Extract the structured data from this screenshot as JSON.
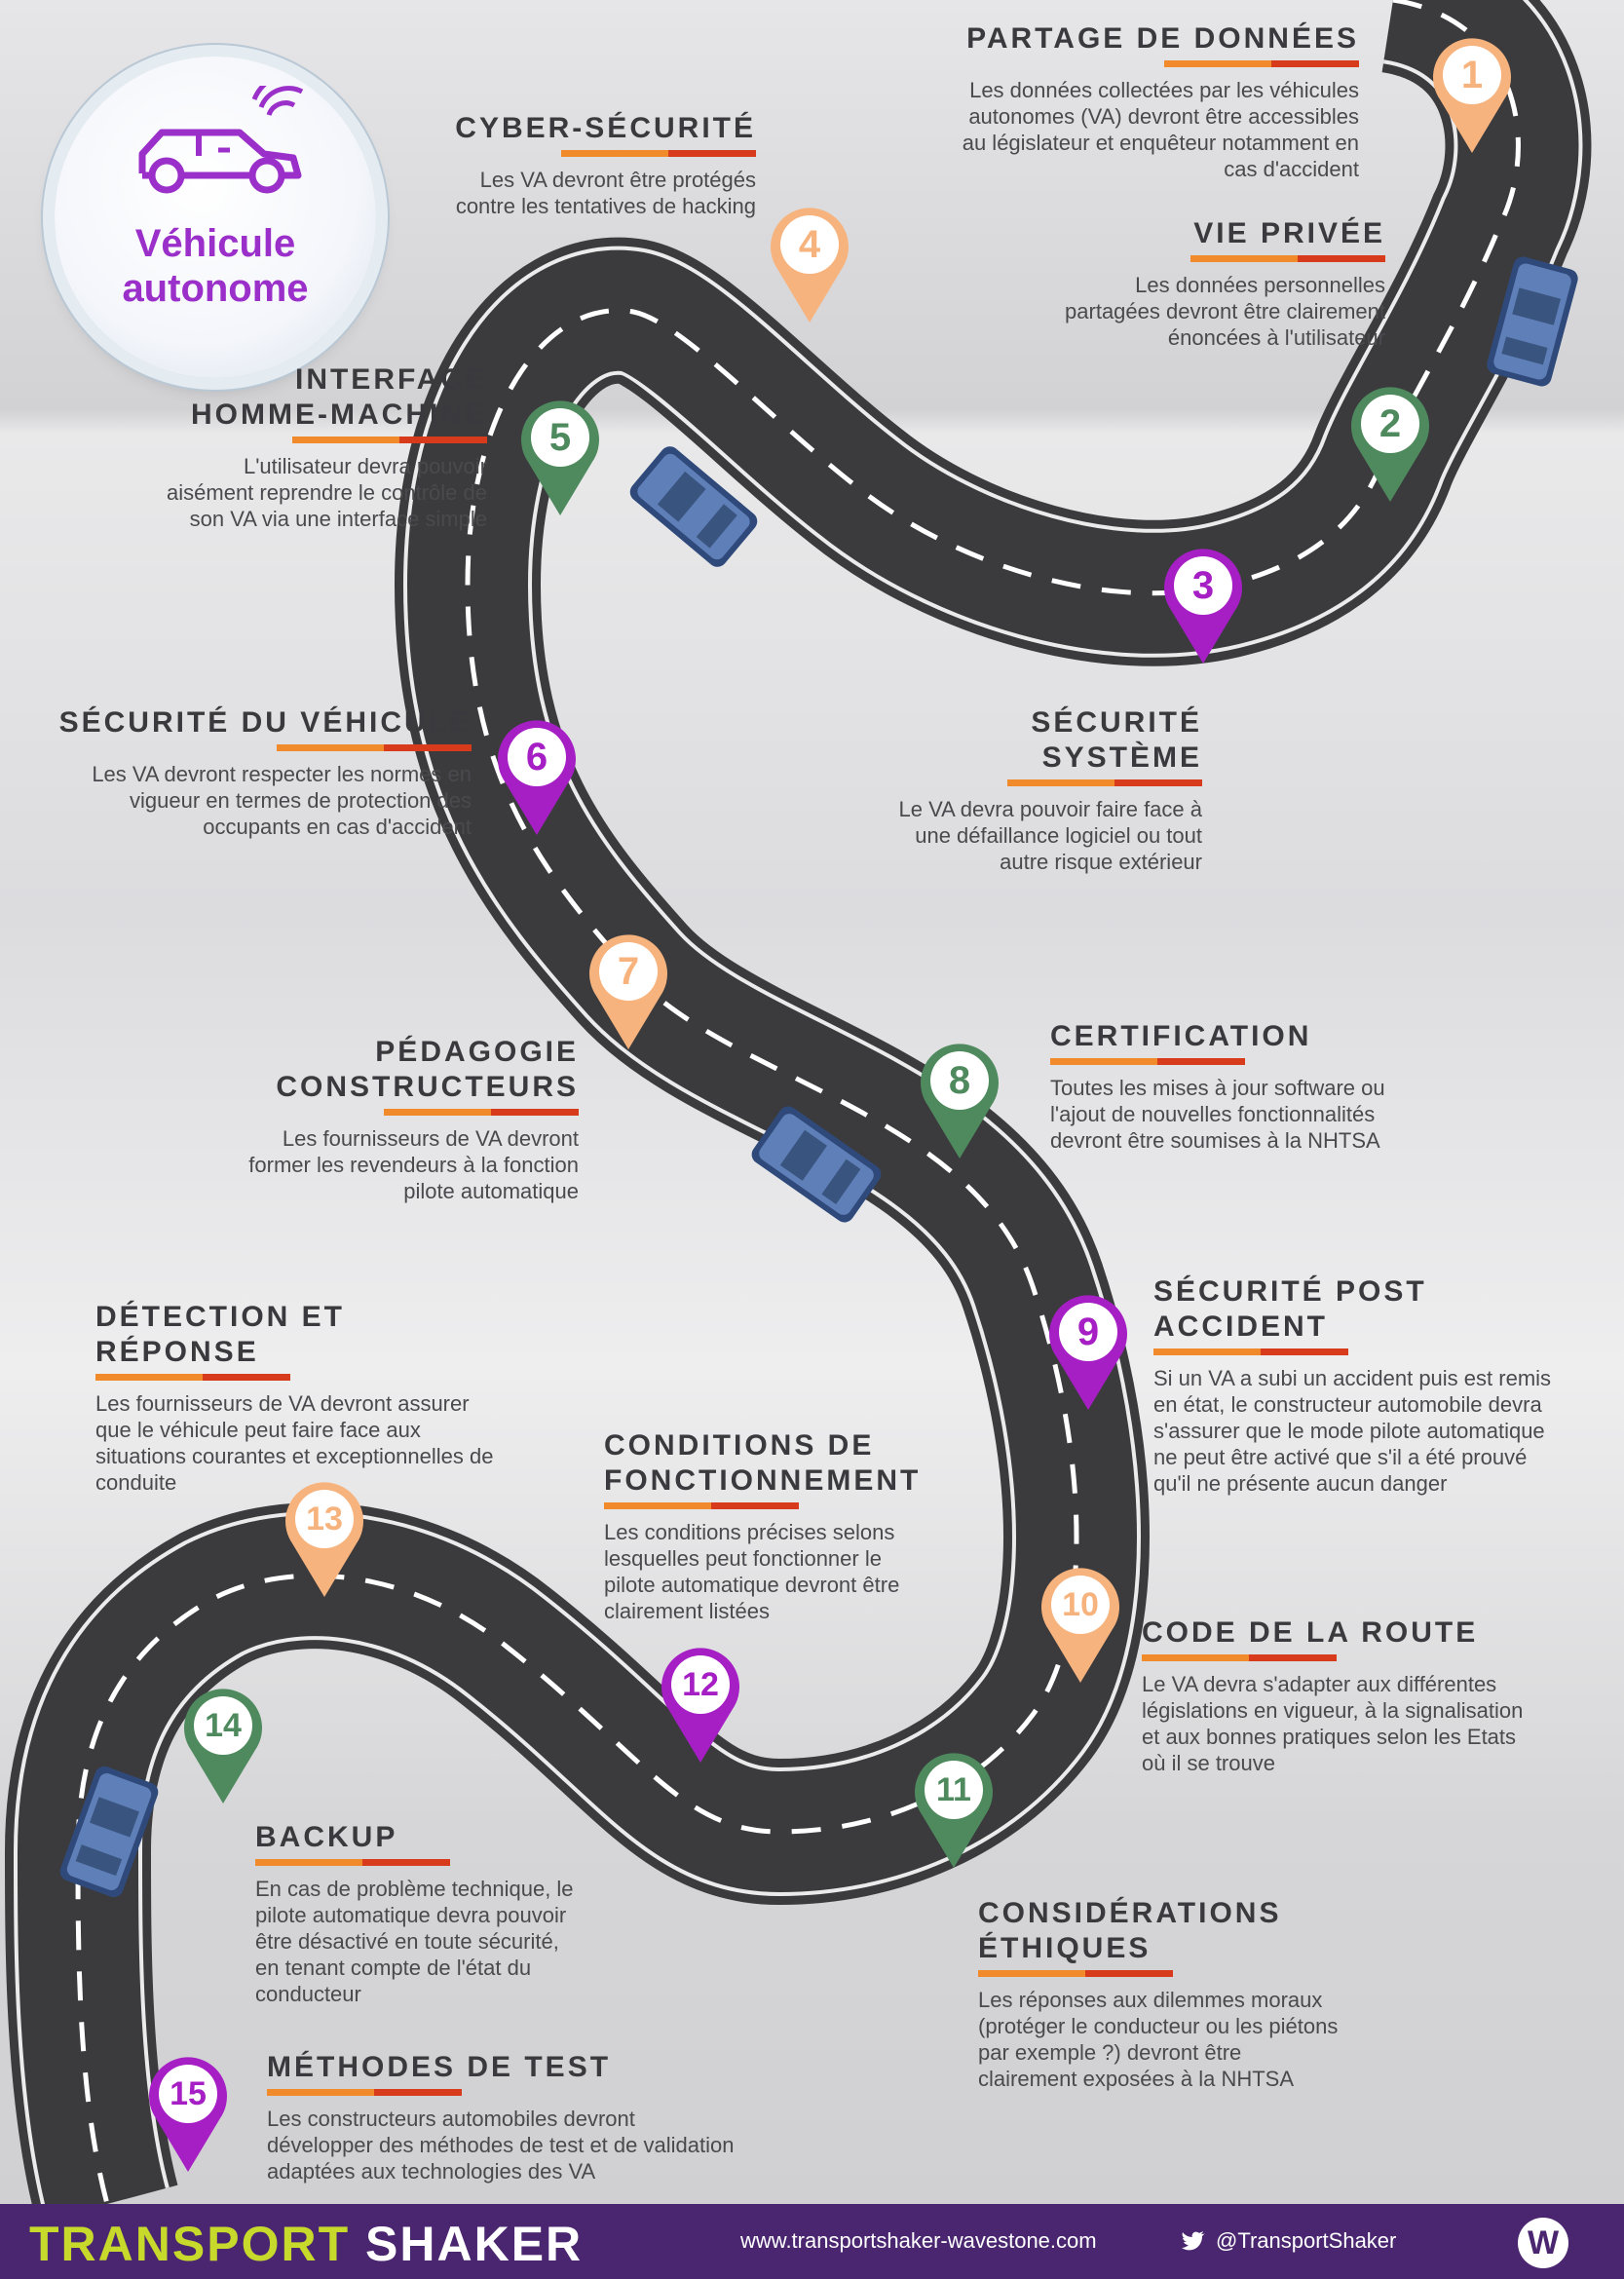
{
  "logo": {
    "title_line1": "Véhicule",
    "title_line2": "autonome",
    "icon": "connected-car-icon",
    "color": "#9a2fc9"
  },
  "colors": {
    "orange": "#f7b37d",
    "green": "#4e8a5e",
    "purple": "#a51fc4",
    "road": "#3b3b3e",
    "bar_orange": "#f08a2a",
    "bar_red": "#d83a1c"
  },
  "items": [
    {
      "num": "1",
      "title": "PARTAGE DE DONNÉES",
      "text": "Les données collectées par les véhicules autonomes (VA) devront être accessibles au législateur et enquêteur notamment en cas d'accident"
    },
    {
      "num": "2",
      "title": "VIE PRIVÉE",
      "text": "Les données personnelles partagées devront être clairement énoncées à l'utilisateur"
    },
    {
      "num": "3",
      "title": "SÉCURITÉ SYSTÈME",
      "text": "Le VA devra pouvoir faire face à une défaillance logiciel ou tout autre risque extérieur"
    },
    {
      "num": "4",
      "title": "CYBER-SÉCURITÉ",
      "text": "Les VA devront être protégés contre les tentatives de hacking"
    },
    {
      "num": "5",
      "title": "INTERFACE HOMME-MACHINE",
      "text": "L'utilisateur devra pouvoir aisément reprendre le contrôle de son VA via une interface simple"
    },
    {
      "num": "6",
      "title": "SÉCURITÉ DU VÉHICULE",
      "text": "Les VA devront respecter les normes en vigueur en termes de protection des occupants en cas d'accident"
    },
    {
      "num": "7",
      "title": "PÉDAGOGIE CONSTRUCTEURS",
      "text": "Les fournisseurs de VA devront former les revendeurs à la fonction pilote automatique"
    },
    {
      "num": "8",
      "title": "CERTIFICATION",
      "text": "Toutes les mises à jour software ou l'ajout de nouvelles fonctionnalités devront être soumises à la NHTSA"
    },
    {
      "num": "9",
      "title": "SÉCURITÉ POST ACCIDENT",
      "text": "Si un VA a subi un accident puis est remis en état, le constructeur automobile devra s'assurer que le mode pilote automatique ne peut être activé que s'il a été prouvé qu'il ne présente aucun danger"
    },
    {
      "num": "10",
      "title": "CODE DE LA ROUTE",
      "text": "Le VA devra s'adapter aux différentes législations en vigueur, à la signalisation et aux bonnes pratiques selon les Etats où il se trouve"
    },
    {
      "num": "11",
      "title": "CONSIDÉRATIONS ÉTHIQUES",
      "text": "Les réponses aux dilemmes moraux (protéger le conducteur ou les piétons par exemple ?) devront être clairement exposées à la NHTSA"
    },
    {
      "num": "12",
      "title": "CONDITIONS DE FONCTIONNEMENT",
      "text": "Les conditions précises selons lesquelles peut fonctionner le pilote automatique devront être clairement listées"
    },
    {
      "num": "13",
      "title": "DÉTECTION ET RÉPONSE",
      "text": "Les fournisseurs de VA devront assurer que le véhicule peut faire face aux situations courantes et exceptionnelles de conduite"
    },
    {
      "num": "14",
      "title": "BACKUP",
      "text": "En cas de problème technique, le pilote automatique devra pouvoir être désactivé en toute sécurité, en tenant compte de l'état du conducteur"
    },
    {
      "num": "15",
      "title": "MÉTHODES DE TEST",
      "text": "Les constructeurs automobiles devront développer des méthodes de test et de validation adaptées aux technologies des VA"
    }
  ],
  "footer": {
    "brand_part1": "TRANSPORT",
    "brand_part2": "SHAKER",
    "website": "www.transportshaker-wavestone.com",
    "twitter": "@TransportShaker",
    "logo_letter": "W",
    "bird_icon": "twitter-bird-icon"
  }
}
